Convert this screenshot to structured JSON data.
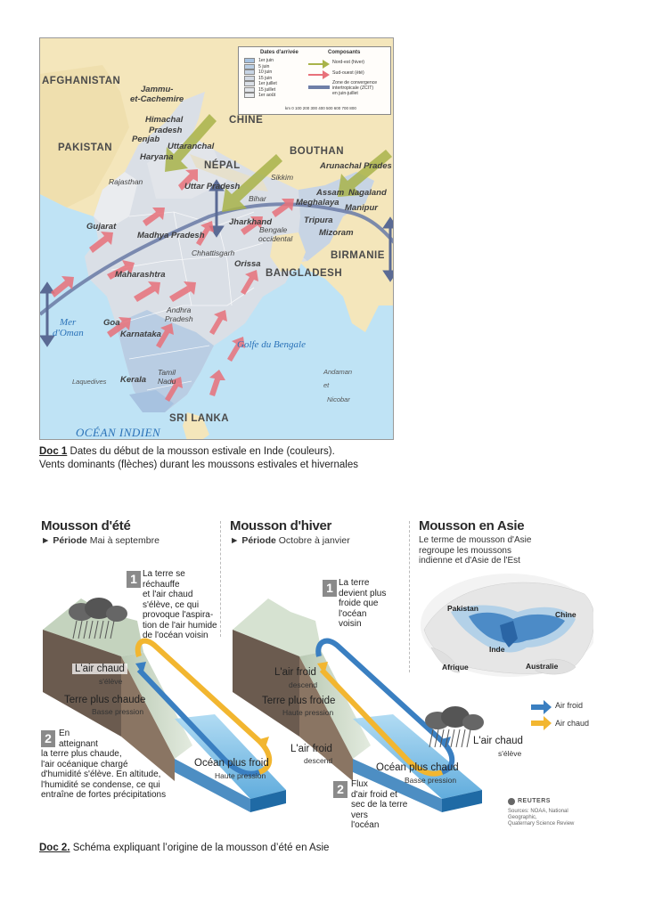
{
  "doc1": {
    "map": {
      "colors": {
        "sea": "#bfe3f5",
        "land_outside": "#f4e6bb",
        "monsoon_zone": "#d3dce6",
        "wind_summer": "#e8717a",
        "wind_winter": "#a8b34a",
        "itcz": "#6f7fa8"
      },
      "countries": {
        "afghanistan": "AFGHANISTAN",
        "pakistan": "PAKISTAN",
        "chine": "CHINE",
        "nepal": "NÉPAL",
        "bouthan": "BOUTHAN",
        "bangladesh": "BANGLADESH",
        "birmanie": "BIRMANIE",
        "sri_lanka": "SRI LANKA"
      },
      "states": {
        "jammu": "Jammu-",
        "cachemire": "et-Cachemire",
        "himachal": "Himachal",
        "pradesh_h": "Pradesh",
        "penjab": "Penjab",
        "uttaranchal": "Uttaranchal",
        "haryana": "Haryana",
        "rajasthan": "Rajasthan",
        "uttar_pradesh": "Uttar Pradesh",
        "sikkim": "Sikkim",
        "arunachal": "Arunachal Prades",
        "bihar": "Bihar",
        "assam": "Assam",
        "nagaland": "Nagaland",
        "meghalaya": "Meghalaya",
        "manipur": "Manipur",
        "gujarat": "Gujarat",
        "madhya": "Madhya Pradesh",
        "jharkhand": "Jharkhand",
        "tripura": "Tripura",
        "bengale": "Bengale",
        "occidental": "occidental",
        "mizoram": "Mizoram",
        "chhattisgarh": "Chhattisgarh",
        "orissa": "Orissa",
        "maharashtra": "Maharashtra",
        "andhra": "Andhra",
        "pradesh_a": "Pradesh",
        "goa": "Goa",
        "karnataka": "Karnataka",
        "tamil": "Tamil",
        "nadu": "Nadu",
        "kerala": "Kerala",
        "laquedives": "Laquedives",
        "andaman": "Andaman",
        "et": "et",
        "nicobar": "Nicobar"
      },
      "seas": {
        "mer": "Mer",
        "oman": "d'Oman",
        "golfe": "Golfe du Bengale",
        "ocean": "OCÉAN INDIEN"
      },
      "legend": {
        "dates_title": "Dates d'arrivée",
        "dates": [
          "1er juin",
          "5 juin",
          "10 juin",
          "15 juin",
          "1er juillet",
          "15 juillet",
          "1er août"
        ],
        "date_colors": [
          "#a7c2e0",
          "#b9cde3",
          "#c7d4e4",
          "#d2d9e3",
          "#dadfe6",
          "#e2e5ea",
          "#eaecef"
        ],
        "components_title": "Composants",
        "components": [
          "Nord-est (hiver)",
          "Sud-ouest (été)",
          "Zone de convergence",
          "intertropicale (ZCIT)",
          "en juin-juillet"
        ],
        "scale": "km 0  100  200  300  400  500  600  700  800"
      }
    },
    "caption": {
      "doc_label": "Doc 1",
      "line1": " Dates du début de la mousson estivale en Inde (couleurs).",
      "line2": "Vents dominants (flèches) durant les moussons estivales et hivernales"
    }
  },
  "doc2": {
    "colors": {
      "cold_air": "#3a7fc1",
      "warm_air": "#f2b630",
      "sea": "#8ec9ec",
      "land": "#cfddc8"
    },
    "ete": {
      "title": "Mousson d'été",
      "period_label": "Période",
      "period_value": " Mai à septembre",
      "step1_num": "1",
      "step1": [
        "La terre se",
        "réchauffe",
        "et l'air chaud",
        "s'élève, ce qui",
        "provoque l'aspira-",
        "tion de l'air humide",
        "de l'océan voisin"
      ],
      "air_label": "L'air chaud",
      "air_sub": "s'élève",
      "land_label": "Terre plus chaude",
      "land_sub": "Basse pression",
      "step2_num": "2",
      "step2": [
        "En",
        "atteignant",
        "la terre plus chaude,",
        "l'air océanique chargé",
        "d'humidité s'élève. En altitude,",
        "l'humidité se condense, ce qui",
        "entraîne de fortes précipitations"
      ],
      "ocean_label": "Océan plus froid",
      "ocean_sub": "Haute pression"
    },
    "hiver": {
      "title": "Mousson d'hiver",
      "period_label": "Période",
      "period_value": " Octobre à janvier",
      "step1_num": "1",
      "step1": [
        "La terre",
        "devient plus",
        "froide que",
        "l'océan",
        "voisin"
      ],
      "air_label": "L'air froid",
      "air_sub": "descend",
      "land_label": "Terre plus froide",
      "land_sub": "Haute pression",
      "air2_label": "L'air froid",
      "air2_sub": "descend",
      "ocean_label": "Océan plus chaud",
      "ocean_sub": "Basse pression",
      "air3_label": "L'air chaud",
      "air3_sub": "s'élève",
      "step2_num": "2",
      "step2": [
        "Flux",
        "d'air froid et",
        "sec de la terre vers",
        "l'océan"
      ]
    },
    "asie": {
      "title": "Mousson en Asie",
      "text": [
        "Le terme de mousson d'Asie",
        "regroupe les moussons",
        "indienne et d'Asie de l'Est"
      ],
      "pakistan": "Pakistan",
      "chine": "Chine",
      "inde": "Inde",
      "afrique": "Afrique",
      "australie": "Australie",
      "key_cold": "Air froid",
      "key_warm": "Air chaud",
      "reuters": "REUTERS",
      "sources": [
        "Sources: NOAA, National Geographic,",
        "Quaternary Science Review"
      ]
    },
    "caption": {
      "doc_label": "Doc 2.",
      "text": " Schéma expliquant l’origine de la mousson d’été en Asie"
    }
  }
}
